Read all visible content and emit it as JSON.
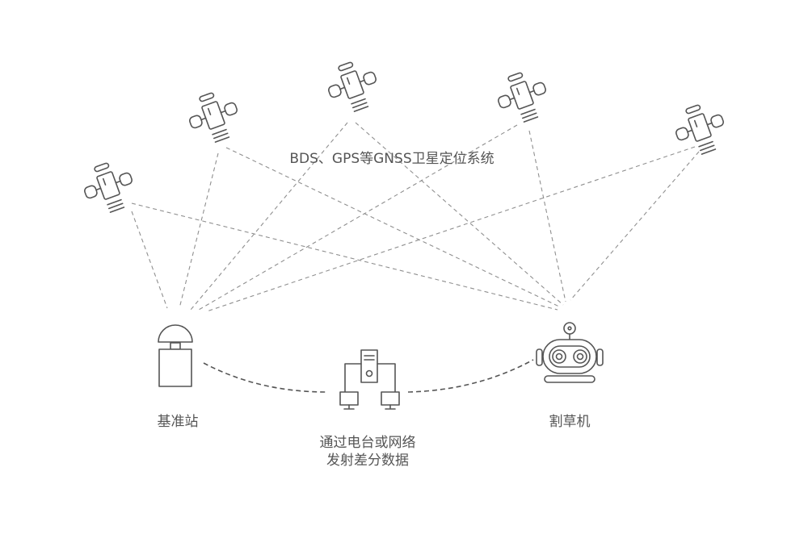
{
  "diagram": {
    "gnss_label": "BDS、GPS等GNSS卫星定位系统",
    "base_station_label": "基准站",
    "mower_label": "割草机",
    "link_label_line1": "通过电台或网络",
    "link_label_line2": "发射差分数据"
  },
  "colors": {
    "ink": "#555555",
    "dashed_signal": "#8f8f8f",
    "background": "#ffffff"
  },
  "icons": [
    "satellite-icon",
    "gnss-antenna-icon",
    "server-network-icon",
    "robot-mower-icon"
  ]
}
